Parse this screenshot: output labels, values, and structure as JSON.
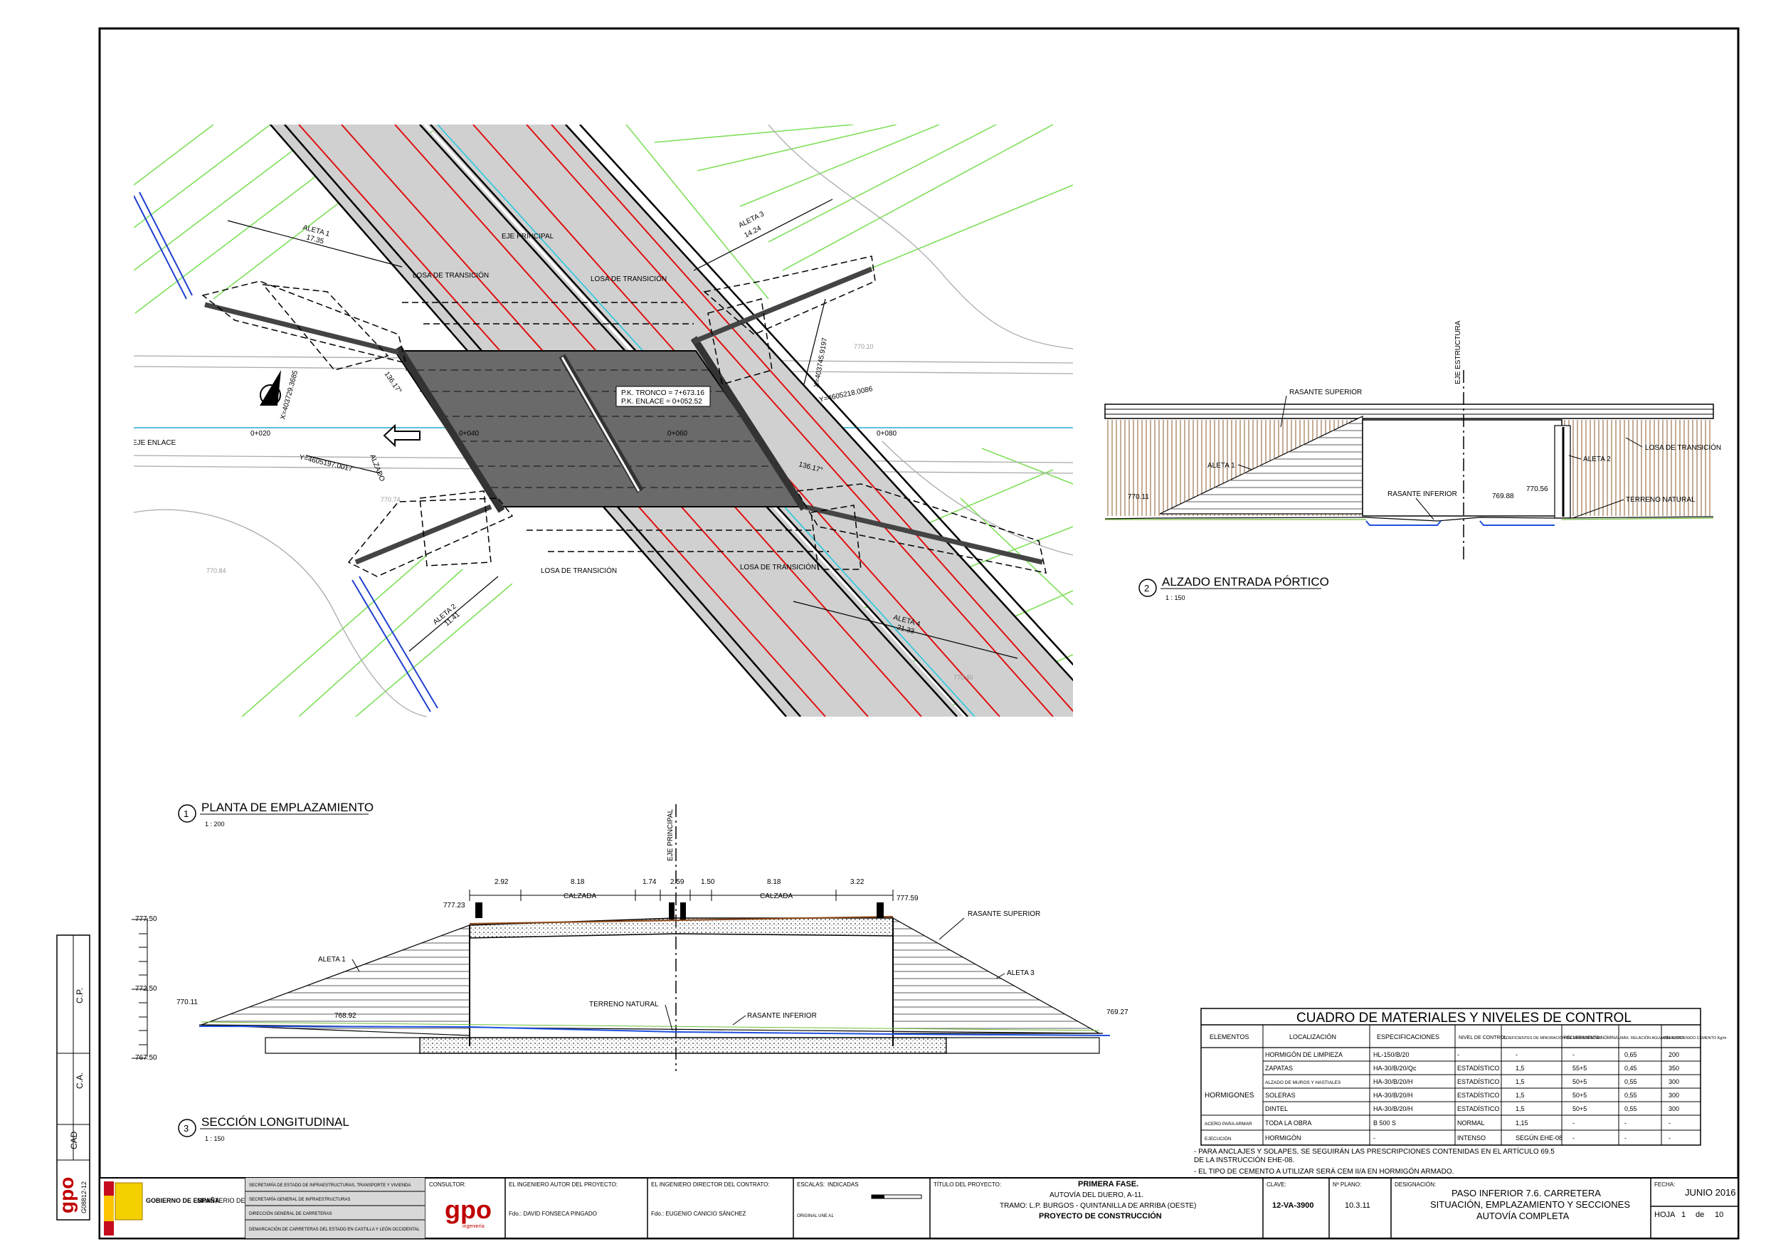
{
  "plan": {
    "title": "PLANTA DE EMPLAZAMIENTO",
    "number": "1",
    "scale": "1 : 200",
    "labels": {
      "eje_principal": "EJE PRINCIPAL",
      "eje_enlace": "EJE ENLACE",
      "alzado": "ALZADO",
      "losa_nw": "LOSA DE TRANSICIÓN",
      "losa_ne": "LOSA DE TRANSICIÓN",
      "losa_sw": "LOSA DE TRANSICIÓN",
      "losa_se": "LOSA DE TRANSICIÓN",
      "aleta1": "ALETA 1",
      "aleta1_len": "17.35",
      "aleta2": "ALETA 2",
      "aleta2_len": "11.41",
      "aleta3": "ALETA 3",
      "aleta3_len": "14.24",
      "aleta4": "ALETA 4",
      "aleta4_len": "21.33",
      "pk_tronco": "P.K. TRONCO = 7+673.16",
      "pk_enlace": "P.K. ENLACE = 0+052.52",
      "pk_020": "0+020",
      "pk_040": "0+040",
      "pk_060": "0+060",
      "pk_080": "0+080",
      "y_left": "Y=4605197.0017",
      "x_left": "X=403729.3685",
      "y_right": "Y=4605218.0086",
      "x_right": "X=403745.9197",
      "ang_top": "136.17°",
      "ang_bot": "136.17°",
      "cota_a": "770.10",
      "cota_b": "770.74",
      "cota_c": "770.84",
      "cota_d": "770.40"
    }
  },
  "alzado": {
    "title": "ALZADO ENTRADA PÓRTICO",
    "number": "2",
    "scale": "1 : 150",
    "labels": {
      "eje_estructura": "EJE ESTRUCTURA",
      "rasante_superior": "RASANTE SUPERIOR",
      "losa_transicion": "LOSA DE TRANSICIÓN",
      "aleta1": "ALETA 1",
      "aleta2": "ALETA 2",
      "rasante_inferior": "RASANTE INFERIOR",
      "terreno_natural": "TERRENO NATURAL",
      "cota_left": "770.11",
      "cota_mid": "769.88",
      "cota_right": "770.56"
    }
  },
  "seccion": {
    "title": "SECCIÓN LONGITUDINAL",
    "number": "3",
    "scale": "1 : 150",
    "labels": {
      "eje_principal": "EJE PRINCIPAL",
      "calzada_left": "CALZADA",
      "calzada_right": "CALZADA",
      "dims": [
        "2.92",
        "8.18",
        "1.74",
        "2.59",
        "1.50",
        "8.18",
        "3.22"
      ],
      "levels": [
        "777.50",
        "772.50",
        "767.50"
      ],
      "cota_777_23": "777.23",
      "cota_777_59": "777.59",
      "cota_770_11": "770.11",
      "cota_768_92": "768.92",
      "cota_769_27": "769.27",
      "rasante_superior": "RASANTE SUPERIOR",
      "aleta1": "ALETA 1",
      "aleta3": "ALETA 3",
      "terreno_natural": "TERRENO NATURAL",
      "rasante_inferior": "RASANTE INFERIOR"
    }
  },
  "materials": {
    "title": "CUADRO DE MATERIALES Y NIVELES DE CONTROL",
    "headers": [
      "ELEMENTOS",
      "LOCALIZACIÓN",
      "ESPECIFICACIONES",
      "NIVEL DE CONTROL",
      "COEFICIENTES DE MINORACIÓN DE RESISTENCIAS",
      "RECUBRIMIENTO NOMINAL",
      "MÁX. RELACIÓN AGUA/CEMENTO",
      "MÍN. CONTENIDO CEMENTO Kg/m"
    ],
    "group_hormigones": "HORMIGONES",
    "rows": [
      [
        "",
        "HORMIGÓN DE LIMPIEZA",
        "HL-150/B/20",
        "-",
        "-",
        "-",
        "0,65",
        "200"
      ],
      [
        "",
        "ZAPATAS",
        "HA-30/B/20/Qc",
        "ESTADÍSTICO",
        "1,5",
        "55+5",
        "0,45",
        "350"
      ],
      [
        "",
        "ALZADO DE MUROS Y HASTIALES",
        "HA-30/B/20/H",
        "ESTADÍSTICO",
        "1,5",
        "50+5",
        "0,55",
        "300"
      ],
      [
        "",
        "SOLERAS",
        "HA-30/B/20/H",
        "ESTADÍSTICO",
        "1,5",
        "50+5",
        "0,55",
        "300"
      ],
      [
        "",
        "DINTEL",
        "HA-30/B/20/H",
        "ESTADÍSTICO",
        "1,5",
        "50+5",
        "0,55",
        "300"
      ],
      [
        "ACERO PARA ARMAR",
        "TODA LA OBRA",
        "B 500 S",
        "NORMAL",
        "1,15",
        "-",
        "-",
        "-"
      ],
      [
        "EJECUCIÓN",
        "HORMIGÓN",
        "-",
        "INTENSO",
        "SEGÚN EHE-08",
        "-",
        "-",
        "-"
      ]
    ],
    "notes": [
      "- PARA ANCLAJES Y SOLAPES, SE SEGUIRÁN LAS PRESCRIPCIONES CONTENIDAS EN EL ARTÍCULO 69.5",
      "  DE LA INSTRUCCIÓN EHE-08.",
      "- EL TIPO DE CEMENTO A UTILIZAR SERÁ CEM II/A EN HORMIGÓN ARMADO."
    ]
  },
  "side_strip": {
    "code": "G08812-12",
    "logo": "gpo",
    "cp": "C.P.",
    "ca": "C.A.",
    "cad": "CAD"
  },
  "title_block": {
    "gobierno": "GOBIERNO DE ESPAÑA",
    "ministerio": "MINISTERIO DE FOMENTO",
    "org_lines": [
      "SECRETARÍA DE ESTADO DE INFRAESTRUCTURAS, TRANSPORTE Y VIVIENDA",
      "SECRETARÍA GENERAL DE INFRAESTRUCTURAS",
      "DIRECCIÓN GENERAL DE CARRETERAS",
      "DEMARCACIÓN DE CARRETERAS DEL ESTADO EN CASTILLA Y LEÓN OCCIDENTAL"
    ],
    "consultor_label": "CONSULTOR:",
    "consultor_logo": "gpo",
    "consultor_sub": "ingeniería",
    "autor_label": "EL INGENIERO AUTOR DEL PROYECTO:",
    "autor_name": "Fdo.: DAVID FONSECA PINGADO",
    "director_label": "EL INGENIERO DIRECTOR DEL CONTRATO:",
    "director_name": "Fdo.: EUGENIO CANICIO SÁNCHEZ",
    "escalas_label": "ESCALAS:",
    "escalas_value": "INDICADAS",
    "escalas_sub": "ORIGINAL UNE A1",
    "titulo_label": "TÍTULO DEL PROYECTO:",
    "titulo_1": "PRIMERA FASE.",
    "titulo_2": "AUTOVÍA DEL DUERO, A-11.",
    "titulo_3": "TRAMO: L.P. BURGOS - QUINTANILLA DE ARRIBA (OESTE)",
    "titulo_4": "PROYECTO DE CONSTRUCCIÓN",
    "clave_label": "CLAVE:",
    "clave_value": "12-VA-3900",
    "plano_label": "Nº PLANO:",
    "plano_value": "10.3.11",
    "designacion_label": "DESIGNACIÓN:",
    "designacion_1": "PASO INFERIOR 7.6. CARRETERA",
    "designacion_2": "SITUACIÓN, EMPLAZAMIENTO Y SECCIONES",
    "designacion_3": "AUTOVÍA COMPLETA",
    "fecha_label": "FECHA:",
    "fecha_value": "JUNIO 2016",
    "hoja_label": "HOJA",
    "hoja_value": "1",
    "hoja_de": "de",
    "hoja_total": "10"
  }
}
